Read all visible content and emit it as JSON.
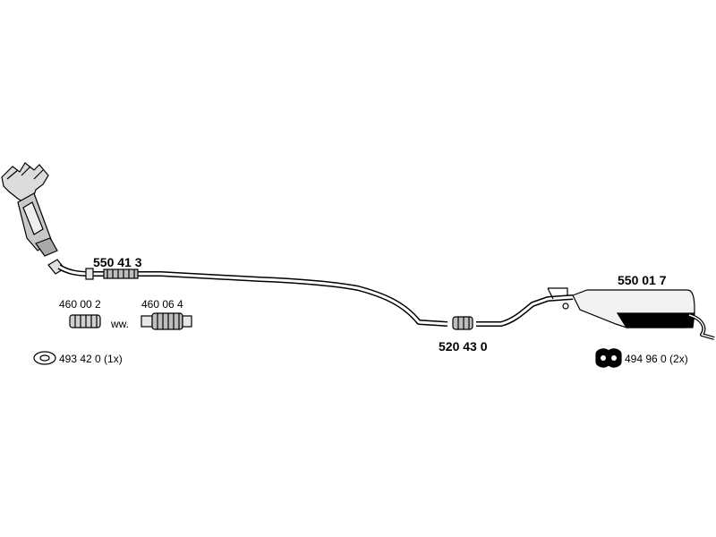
{
  "parts": {
    "front_pipe": "550 41 3",
    "clamp": "520 43 0",
    "rear_silencer": "550 01 7",
    "flex_a": "460 00 2",
    "flex_b": "460 06 4",
    "alt_text": "ww.",
    "gasket": "493 42 0 (1x)",
    "hanger": "494 96 0 (2x)"
  },
  "colors": {
    "line": "#000000",
    "background": "#ffffff",
    "fill_light": "#e6e6e6",
    "fill_mid": "#bdbdbd"
  }
}
